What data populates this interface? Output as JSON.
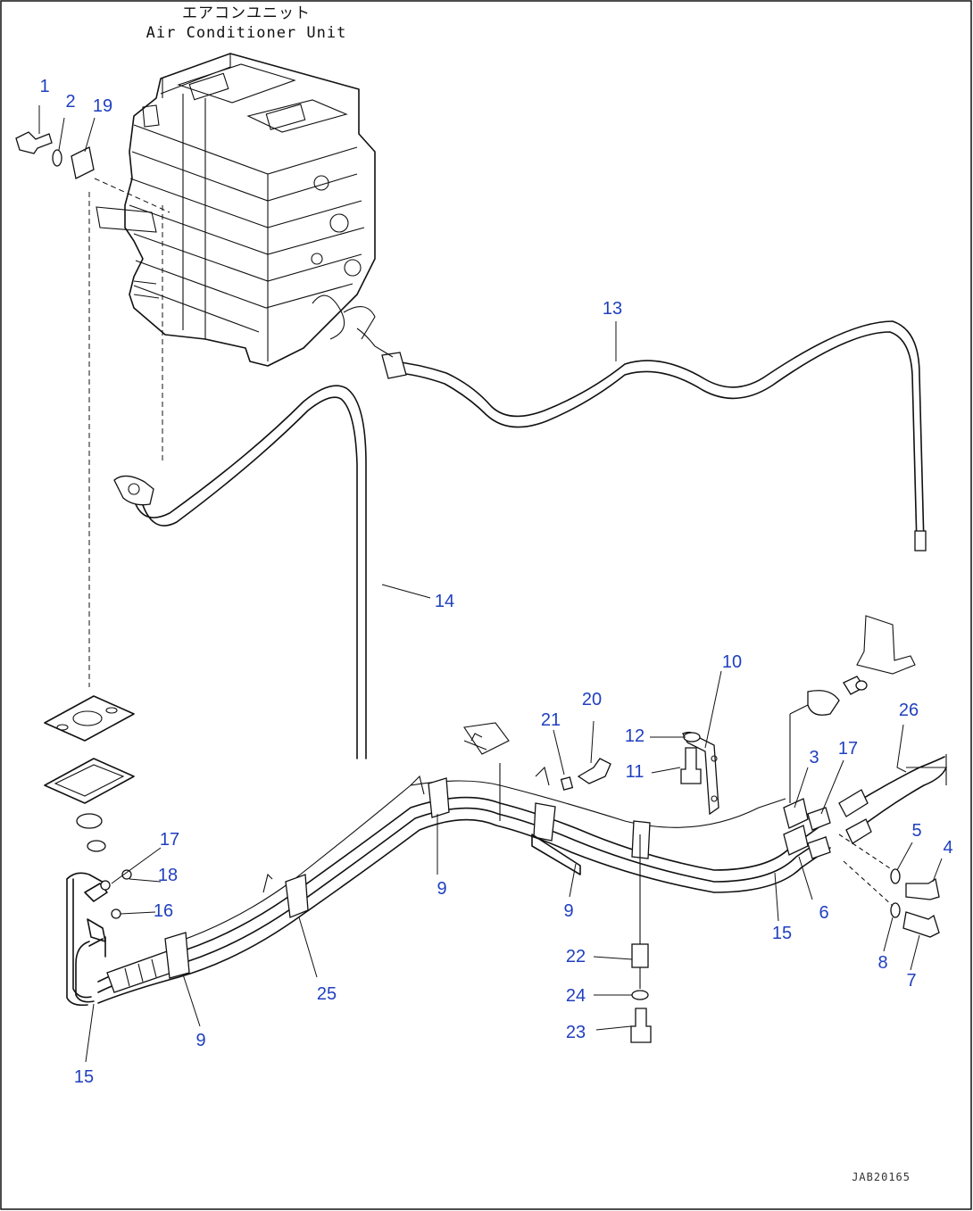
{
  "diagram": {
    "unit_label_ja": "エアコンユニット",
    "unit_label_en": "Air Conditioner Unit",
    "drawing_code": "JAB20165",
    "callouts": [
      {
        "id": "c1",
        "label": "1"
      },
      {
        "id": "c2",
        "label": "2"
      },
      {
        "id": "c19",
        "label": "19"
      },
      {
        "id": "c13",
        "label": "13"
      },
      {
        "id": "c14",
        "label": "14"
      },
      {
        "id": "c10",
        "label": "10"
      },
      {
        "id": "c20",
        "label": "20"
      },
      {
        "id": "c21",
        "label": "21"
      },
      {
        "id": "c12",
        "label": "12"
      },
      {
        "id": "c11",
        "label": "11"
      },
      {
        "id": "c26",
        "label": "26"
      },
      {
        "id": "c3",
        "label": "3"
      },
      {
        "id": "c17a",
        "label": "17"
      },
      {
        "id": "c5",
        "label": "5"
      },
      {
        "id": "c4",
        "label": "4"
      },
      {
        "id": "c6",
        "label": "6"
      },
      {
        "id": "c15a",
        "label": "15"
      },
      {
        "id": "c8",
        "label": "8"
      },
      {
        "id": "c7",
        "label": "7"
      },
      {
        "id": "c9a",
        "label": "9"
      },
      {
        "id": "c9b",
        "label": "9"
      },
      {
        "id": "c9c",
        "label": "9"
      },
      {
        "id": "c17b",
        "label": "17"
      },
      {
        "id": "c18",
        "label": "18"
      },
      {
        "id": "c16",
        "label": "16"
      },
      {
        "id": "c22",
        "label": "22"
      },
      {
        "id": "c24",
        "label": "24"
      },
      {
        "id": "c23",
        "label": "23"
      },
      {
        "id": "c25",
        "label": "25"
      },
      {
        "id": "c15b",
        "label": "15"
      }
    ]
  }
}
